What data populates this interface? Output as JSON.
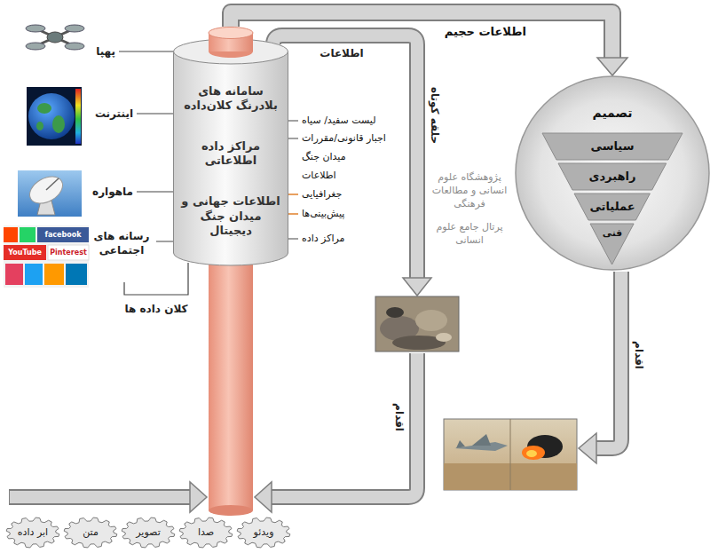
{
  "diagram": {
    "nodes": [
      {
        "text": [
          "سامانه های بلادرنگ کلان‌داده",
          "مراکز داده اطلاعاتی",
          "اطلاعات جهانی و میدان جنگ دیجیتال"
        ]
      },
      {
        "text": [
          "تصمیم"
        ]
      },
      {
        "text": [
          "سیاسی"
        ],
        "in": 1
      },
      {
        "text": [
          "راهبردی"
        ],
        "in": 1
      },
      {
        "text": [
          "عملیاتی"
        ],
        "in": 1
      },
      {
        "text": [
          "فنی"
        ],
        "in": 1
      },
      {
        "text": [
          "ویدئو"
        ]
      },
      {
        "text": [
          "صدا"
        ]
      },
      {
        "text": [
          "تصویر"
        ]
      },
      {
        "text": [
          "متن"
        ]
      },
      {
        "text": [
          "ابر داده"
        ]
      }
    ],
    "edges": [
      {
        "from": 0,
        "to": 1,
        "label": "اطلاعات حجیم",
        "arrow": "to"
      }
    ],
    "labels": [
      "پهپا",
      "اینترنت",
      "ماهواره",
      "رسانه های اجتماعی",
      "کلان داده ها",
      "YouTube",
      "facebook",
      "Pinterest",
      "لیست سفید/ سیاه",
      "اجبار قانونی/مقررات",
      "میدان جنگ",
      "اطلاعات",
      "جغرافیایی",
      "پیش‌بینی‌ها",
      "مراکز داده",
      "اطلاعات",
      "حلقه کوتاه",
      "اقدام",
      "اقدام",
      "پژوهشگاه علوم انسانی و مطالعات فرهنگی",
      "پرتال جامع علوم انسانی"
    ]
  }
}
